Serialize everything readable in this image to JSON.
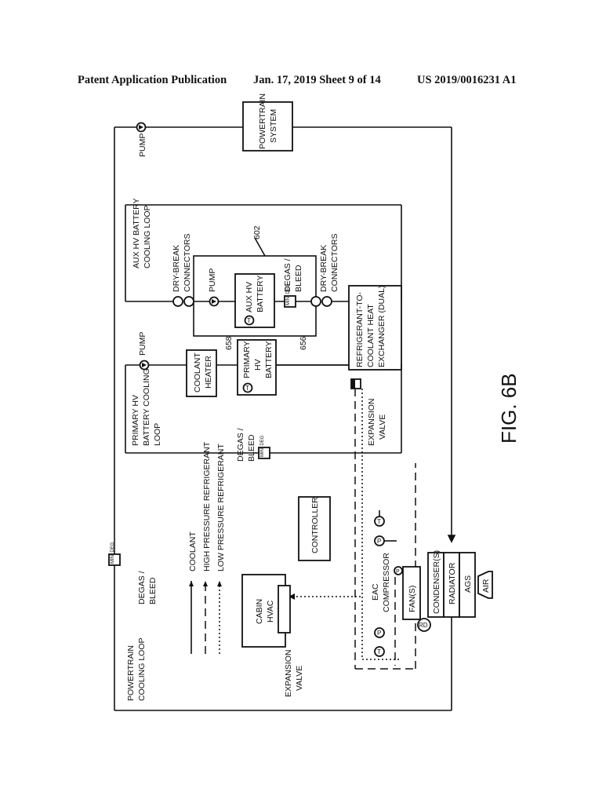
{
  "header": {
    "publication": "Patent Application Publication",
    "date_sheet": "Jan. 17, 2019  Sheet 9 of 14",
    "pub_number": "US 2019/0016231 A1"
  },
  "figure": {
    "label": "FIG. 6B",
    "components": {
      "powertrain_system": [
        "POWERTRAIN",
        "SYSTEM"
      ],
      "pump_top": "PUMP",
      "aux_loop": [
        "AUX HV BATTERY",
        "COOLING LOOP"
      ],
      "ref_602": "602",
      "drybreak_left": [
        "DRY-BREAK",
        "CONNECTORS"
      ],
      "drybreak_right": [
        "DRY-BREAK",
        "CONNECTORS"
      ],
      "pump_aux": "PUMP",
      "aux_battery": [
        "AUX HV",
        "BATTERY"
      ],
      "degas_aux": [
        "DEGAS /",
        "BLEED"
      ],
      "ref_658": "658",
      "ref_656": "656",
      "heat_exchanger": [
        "REFRIGERANT-TO-",
        "COOLANT HEAT",
        "EXCHANGER (DUAL)"
      ],
      "pump_primary": "PUMP",
      "coolant_heater": [
        "COOLANT",
        "HEATER"
      ],
      "primary_battery": [
        "PRIMARY",
        "HV",
        "BATTERY"
      ],
      "primary_loop": [
        "PRIMARY HV",
        "BATTERY COOLING",
        "LOOP"
      ],
      "degas_primary": [
        "DEGAS /",
        "BLEED"
      ],
      "expansion_valve_right": [
        "EXPANSION",
        "VALVE"
      ],
      "legend": [
        "COOLANT",
        "HIGH PRESSURE REFRIGERANT",
        "LOW PRESSURE REFRIGERANT"
      ],
      "controller": "CONTROLLER",
      "degas_powertrain": [
        "DEGAS /",
        "BLEED"
      ],
      "cabin_hvac": [
        "CABIN",
        "HVAC"
      ],
      "expansion_valve_left": [
        "EXPANSION",
        "VALVE"
      ],
      "powertrain_loop": [
        "POWERTRAIN",
        "COOLING LOOP"
      ],
      "eac_compressor": [
        "EAC",
        "COMPRESSOR"
      ],
      "fans": "FAN(S)",
      "condensers": "CONDENSER(S)",
      "radiator": "RADIATOR",
      "ags": "AGS",
      "air": "AIR",
      "sensor_t": "T",
      "sensor_p": "P",
      "sensor_rd": "RD",
      "mini_deg": "MINI DEG"
    }
  }
}
